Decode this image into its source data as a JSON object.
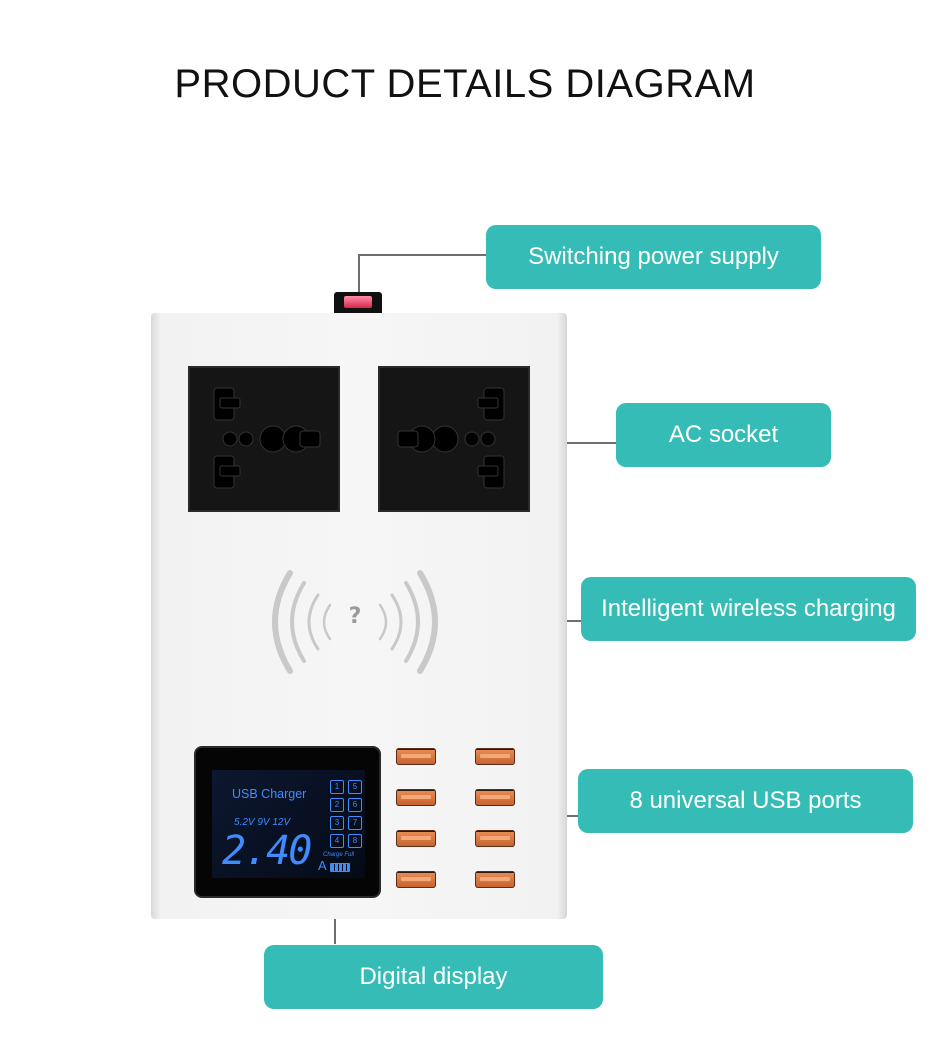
{
  "title": "PRODUCT DETAILS DIAGRAM",
  "callouts": {
    "switching_power_supply": "Switching power supply",
    "ac_socket": "AC socket",
    "wireless_charging": "Intelligent wireless charging",
    "usb_ports": "8 universal USB ports",
    "digital_display": "Digital display"
  },
  "display": {
    "title": "USB Charger",
    "voltages": "5.2V  9V  12V",
    "current": "2.40",
    "unit": "A",
    "port_numbers": [
      "1",
      "5",
      "2",
      "6",
      "3",
      "7",
      "4",
      "8"
    ],
    "status": "Charge  Full"
  },
  "colors": {
    "callout": "#36bcb7",
    "display_text": "#3f8cff",
    "usb_port": "#e07f45"
  }
}
